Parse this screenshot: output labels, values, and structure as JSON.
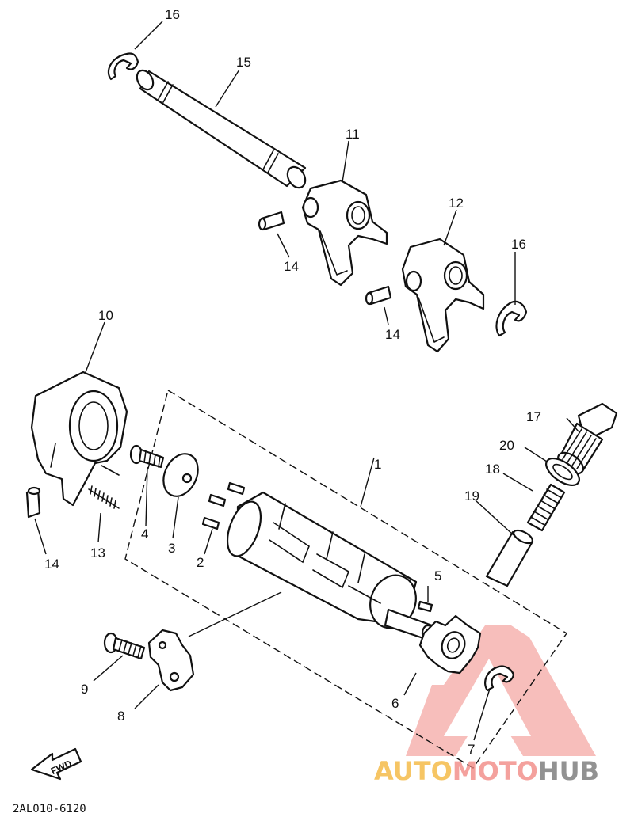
{
  "labels": {
    "l1": "1",
    "l2": "2",
    "l3": "3",
    "l4": "4",
    "l5": "5",
    "l6": "6",
    "l7": "7",
    "l8": "8",
    "l9": "9",
    "l10": "10",
    "l11": "11",
    "l12": "12",
    "l13": "13",
    "l14a": "14",
    "l14b": "14",
    "l14c": "14",
    "l15": "15",
    "l16a": "16",
    "l16b": "16",
    "l17": "17",
    "l18": "18",
    "l19": "19",
    "l20": "20"
  },
  "fwd_label": "FWD",
  "diagram_code": "2AL010-6120",
  "watermark": {
    "auto": "AUTO",
    "moto": "MOTO",
    "hub": "HUB"
  }
}
